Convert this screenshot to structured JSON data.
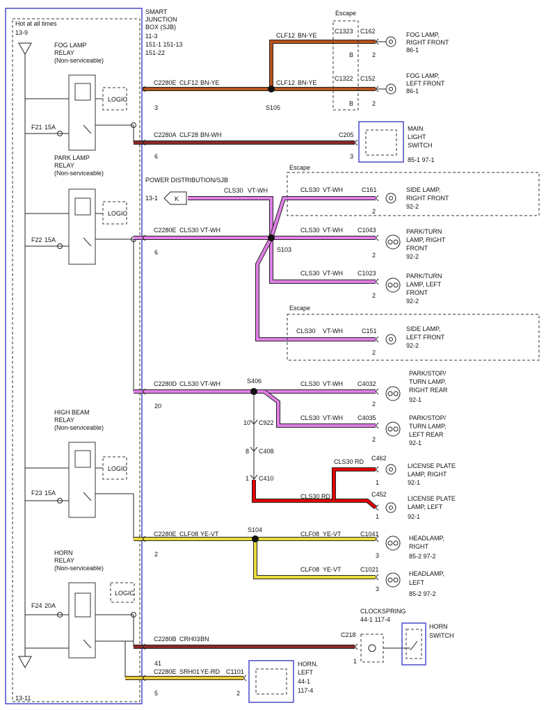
{
  "diagram": {
    "hot_label": "Hot at all times",
    "fuse_ref_top": "13-9",
    "fuse_ref_bottom": "13-11",
    "sjb": {
      "title": [
        "SMART",
        "JUNCTION",
        "BOX (SJB)"
      ],
      "refs": [
        "11-3",
        "151-1  151-13",
        "151-22"
      ]
    },
    "power_dist": {
      "label": "POWER DISTRIBUTION/SJB",
      "ref": "13-1",
      "pin": "K"
    },
    "logic_label": "LOGIC",
    "escape_label": "Escape",
    "splices": {
      "s105": "S105",
      "s103": "S103",
      "s406": "S406",
      "s104": "S104"
    },
    "relays": [
      {
        "lines": [
          "FOG LAMP",
          "RELAY",
          "(Non-serviceable)"
        ]
      },
      {
        "lines": [
          "PARK LAMP",
          "RELAY",
          "(Non-serviceable)"
        ]
      },
      {
        "lines": [
          "HIGH BEAM",
          "RELAY",
          "(Non-serviceable)"
        ]
      },
      {
        "lines": [
          "HORN",
          "RELAY",
          "(Non-serviceable)"
        ]
      }
    ],
    "fuses": [
      {
        "name": "F21",
        "amps": "15A"
      },
      {
        "name": "F22",
        "amps": "15A"
      },
      {
        "name": "F23",
        "amps": "15A"
      },
      {
        "name": "F24",
        "amps": "20A"
      }
    ],
    "wires": {
      "fog_main": {
        "conn": "C2280E",
        "circuit": "CLF12",
        "color": "BN-YE",
        "pin": "3",
        "hex": "#b5541d"
      },
      "fog_upper": {
        "circuit": "CLF12",
        "color": "BN-YE"
      },
      "fog_lower": {
        "circuit": "CLF12",
        "color": "BN-YE"
      },
      "mls": {
        "conn": "C2280A",
        "circuit": "CLF28",
        "color": "BN-WH",
        "pin": "6",
        "hex": "#8b2a2a"
      },
      "pd_in": {
        "circuit": "CLS30",
        "color": "VT-WH"
      },
      "park_main": {
        "conn": "C2280E",
        "circuit": "CLS30",
        "color": "VT-WH",
        "pin": "6",
        "hex": "#e080e6"
      },
      "rear_main": {
        "conn": "C2280D",
        "circuit": "CLS30",
        "color": "VT-WH",
        "pin": "20"
      },
      "hb_main": {
        "conn": "C2280E",
        "circuit": "CLF08",
        "color": "YE-VT",
        "pin": "2",
        "hex": "#e8dc3a"
      },
      "horn_sw": {
        "conn": "C2280B",
        "circuit": "CRH03",
        "color": "BN",
        "pin": "41",
        "hex": "#8b2a2a"
      },
      "horn_out": {
        "conn": "C2280E",
        "circuit": "SRH01",
        "color": "YE-RD",
        "pin": "5",
        "hex": "#e8c83a"
      },
      "lic_color": {
        "hex": "#e00000"
      }
    },
    "fog_connectors": {
      "c1323": "C1323",
      "c1322": "C1322",
      "b1": "B",
      "b2": "B",
      "c162": "C162",
      "c152": "C152",
      "pin162": "2",
      "pin152": "2"
    },
    "components": {
      "fog_rf": {
        "lines": [
          "FOG LAMP,",
          "RIGHT FRONT",
          "86-1"
        ]
      },
      "fog_lf": {
        "lines": [
          "FOG LAMP,",
          "LEFT FRONT",
          "86-1"
        ]
      },
      "main_switch": {
        "conn": "C205",
        "pin": "3",
        "lines": [
          "MAIN",
          "LIGHT",
          "SWITCH",
          "85-1  97-1"
        ]
      },
      "side_rf": {
        "circuit": "CLS30",
        "color": "VT-WH",
        "conn": "C161",
        "pin": "2",
        "lines": [
          "SIDE LAMP,",
          "RIGHT FRONT",
          "92-2"
        ]
      },
      "park_rf": {
        "circuit": "CLS30",
        "color": "VT-WH",
        "conn": "C1043",
        "pin": "2",
        "lines": [
          "PARK/TURN",
          "LAMP, RIGHT",
          "FRONT",
          "92-2"
        ]
      },
      "park_lf": {
        "circuit": "CLS30",
        "color": "VT-WH",
        "conn": "C1023",
        "pin": "2",
        "lines": [
          "PARK/TURN",
          "LAMP, LEFT",
          "FRONT",
          "92-2"
        ]
      },
      "side_lf": {
        "circuit": "CLS30",
        "color": "VT-WH",
        "conn": "C151",
        "pin": "2",
        "lines": [
          "SIDE LAMP,",
          "LEFT FRONT",
          "92-2"
        ]
      },
      "pst_rr": {
        "circuit": "CLS30",
        "color": "VT-WH",
        "conn": "C4032",
        "pin": "2",
        "lines": [
          "PARK/STOP/",
          "TURN LAMP,",
          "RIGHT REAR",
          "92-1"
        ]
      },
      "pst_lr": {
        "circuit": "CLS30",
        "color": "VT-WH",
        "conn": "C4035",
        "pin": "2",
        "lines": [
          "PARK/STOP/",
          "TURN LAMP,",
          "LEFT REAR",
          "92-1"
        ]
      },
      "lic_r": {
        "circuit": "CLS30",
        "color": "RD",
        "conn": "C462",
        "pin": "1",
        "lines": [
          "LICENSE PLATE",
          "LAMP, RIGHT",
          "92-1"
        ]
      },
      "lic_l": {
        "circuit": "CLS30",
        "color": "RD",
        "conn": "C452",
        "pin": "1",
        "lines": [
          "LICENSE PLATE",
          "LAMP, LEFT",
          "92-1"
        ]
      },
      "hl_r": {
        "circuit": "CLF08",
        "color": "YE-VT",
        "conn": "C1041",
        "pin": "3",
        "lines": [
          "HEADLAMP,",
          "RIGHT",
          "85-2   97-2"
        ]
      },
      "hl_l": {
        "circuit": "CLF08",
        "color": "YE-VT",
        "conn": "C1021",
        "pin": "3",
        "lines": [
          "HEADLAMP,",
          "LEFT",
          "85-2   97-2"
        ]
      },
      "clockspring": {
        "conn": "C218",
        "pin": "1",
        "lines": [
          "CLOCKSPRING",
          "44-1  117-4"
        ]
      },
      "horn_switch": {
        "lines": [
          "HORN",
          "SWITCH"
        ]
      },
      "horn_left": {
        "conn": "C1101",
        "pin": "2",
        "lines": [
          "HORN,",
          "LEFT",
          "44-1",
          "117-4"
        ]
      }
    },
    "inline_connectors": [
      {
        "pin": "10",
        "name": "C922"
      },
      {
        "pin": "8",
        "name": "C408"
      },
      {
        "pin": "1",
        "name": "C410"
      }
    ]
  }
}
